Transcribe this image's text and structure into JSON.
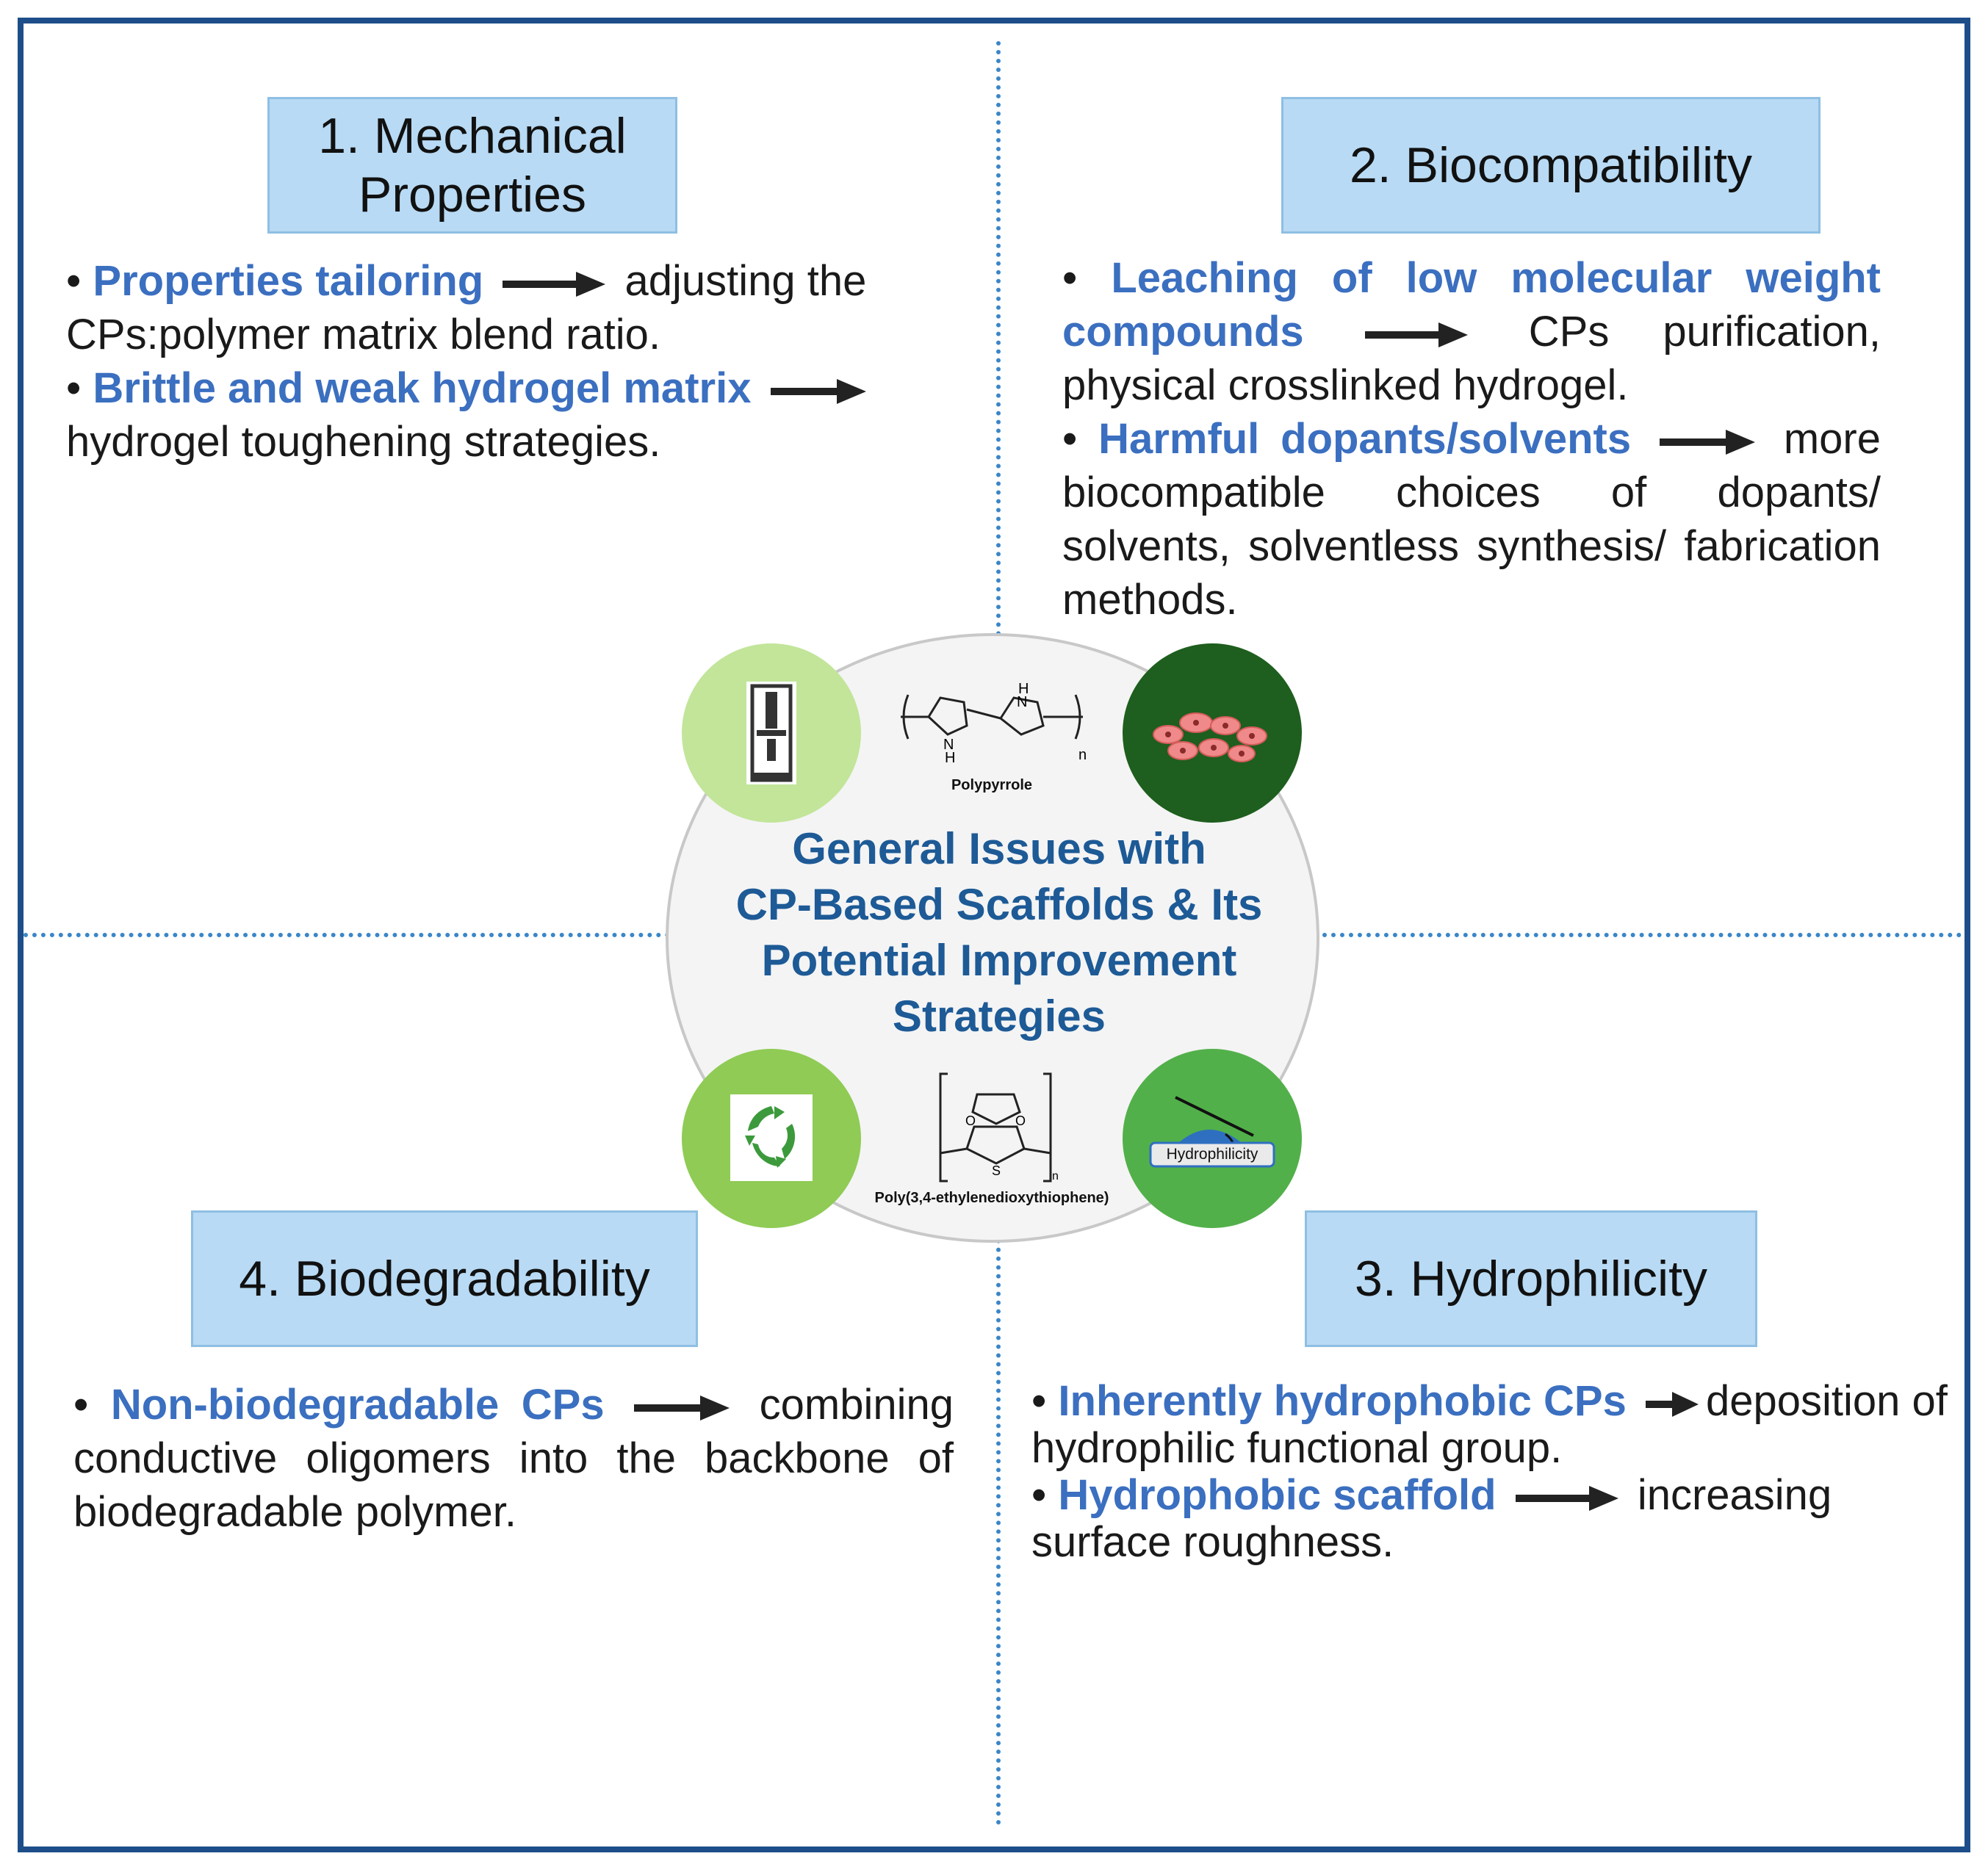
{
  "center": {
    "title_lines": [
      "General Issues with",
      "CP-Based Scaffolds & Its",
      "Potential Improvement",
      "Strategies"
    ],
    "chem_top_label": "Polypyrrole",
    "chem_bottom_label": "Poly(3,4-ethylenedioxythiophene)",
    "hydrophilicity_label": "Hydrophilicity"
  },
  "q1": {
    "title_line1": "1. Mechanical",
    "title_line2": "Properties",
    "items": [
      {
        "issue": "Properties tailoring",
        "solution": "adjusting the CPs:polymer matrix blend ratio."
      },
      {
        "issue": "Brittle and weak hydrogel matrix",
        "solution": "hydrogel toughening strategies."
      }
    ]
  },
  "q2": {
    "title": "2. Biocompatibility",
    "items": [
      {
        "issue": "Leaching of low molecular weight compounds",
        "solution": "CPs purification, physical crosslinked hydrogel."
      },
      {
        "issue": "Harmful dopants/solvents",
        "solution": "more biocompatible choices of dopants/ solvents, solventless synthesis/ fabrication methods."
      }
    ]
  },
  "q3": {
    "title": "3. Hydrophilicity",
    "items": [
      {
        "issue": "Inherently hydrophobic CPs",
        "solution": "deposition of hydrophilic functional group."
      },
      {
        "issue": "Hydrophobic scaffold",
        "solution": "increasing surface roughness."
      }
    ]
  },
  "q4": {
    "title": "4. Biodegradability",
    "items": [
      {
        "issue": "Non-biodegradable CPs",
        "solution": "combining conductive oligomers into the backbone of biodegradable polymer."
      }
    ]
  },
  "colors": {
    "frame": "#1d4e89",
    "divider": "#3a86c8",
    "box": "#b8daf4",
    "highlight": "#3b6fc0",
    "center_title": "#1d5a96",
    "badge_light": "#c2e59a",
    "badge_dark": "#1e5e1e",
    "badge_mid": "#52b04a"
  }
}
